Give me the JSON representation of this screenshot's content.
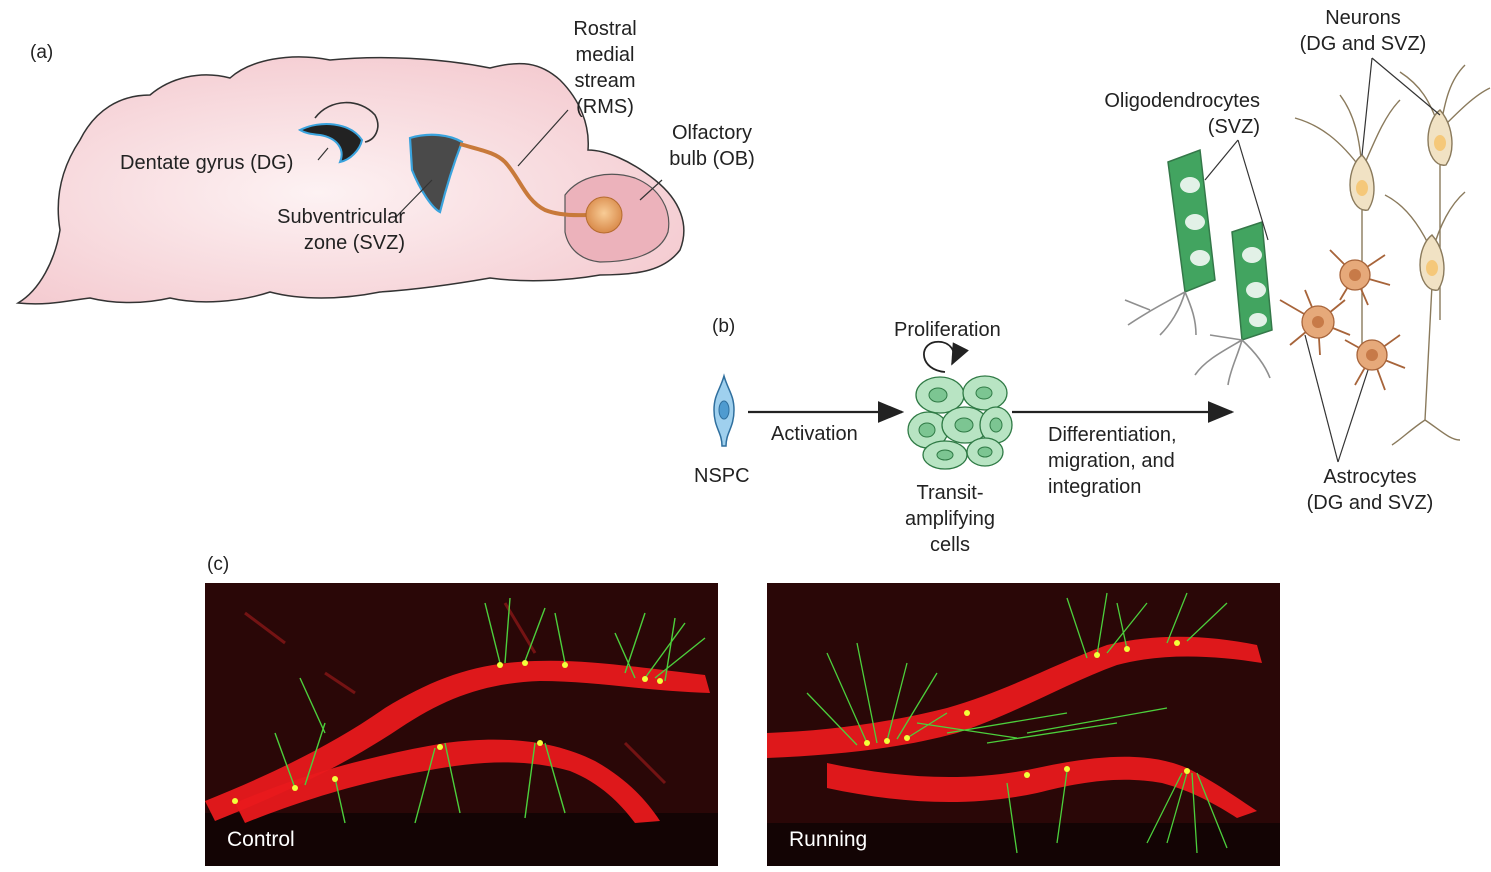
{
  "panels": {
    "a": "(a)",
    "b": "(b)",
    "c": "(c)"
  },
  "brain": {
    "rms": [
      "Rostral",
      "medial",
      "stream",
      "(RMS)"
    ],
    "ob": [
      "Olfactory",
      "bulb (OB)"
    ],
    "dg": "Dentate gyrus (DG)",
    "svz": [
      "Subventricular",
      "zone (SVZ)"
    ]
  },
  "cells": {
    "neurons": [
      "Neurons",
      "(DG and SVZ)"
    ],
    "oligo": [
      "Oligodendrocytes",
      "(SVZ)"
    ],
    "astro": [
      "Astrocytes",
      "(DG and SVZ)"
    ]
  },
  "flow": {
    "proliferation": "Proliferation",
    "nspc": "NSPC",
    "activation": "Activation",
    "transit": [
      "Transit-",
      "amplifying",
      "cells"
    ],
    "diff": [
      "Differentiation,",
      "migration, and",
      "integration"
    ]
  },
  "photos": {
    "control": "Control",
    "running": "Running"
  },
  "colors": {
    "brain_fill": "#f6cfd3",
    "ob_fill": "#ecb2bb",
    "rms_path": "#c8793a",
    "oligodendrocyte": "#2e9b4f",
    "neuron": "#f1e2c4",
    "astrocyte": "#e6a97a",
    "transit_cell": "#9fd8ae",
    "nspc": "#6fb3de",
    "granule_layer": "#e8191c",
    "gfp": "#4ccf3c"
  }
}
